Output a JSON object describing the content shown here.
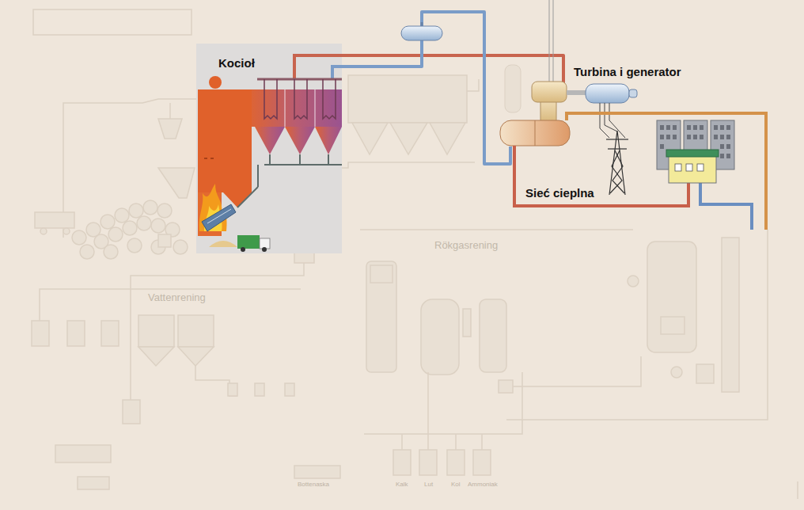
{
  "diagram": {
    "nodes": [
      {
        "text": [
          "Kocioł"
        ]
      },
      {
        "text": [
          "Turbina i generator"
        ]
      }
    ],
    "edges": [
      {
        "from": 0,
        "to": 1,
        "arrow": "none"
      },
      {
        "from": 1,
        "to": 0,
        "arrow": "none"
      }
    ],
    "labels": [
      "Sieć cieplna",
      "Rökgasrening",
      "Vattenrening",
      "Bottenaska",
      "Kalk",
      "Lut",
      "Kol",
      "Ammoniak"
    ]
  }
}
